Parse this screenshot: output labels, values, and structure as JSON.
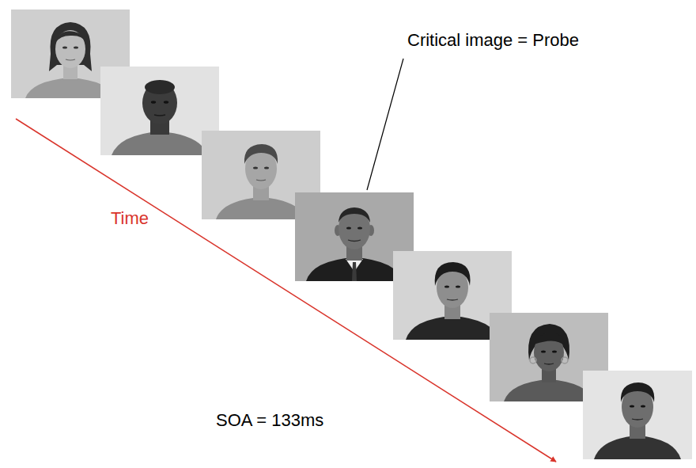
{
  "diagram": {
    "labels": [
      "Critical image = Probe",
      "Time",
      "SOA = 133ms"
    ]
  }
}
